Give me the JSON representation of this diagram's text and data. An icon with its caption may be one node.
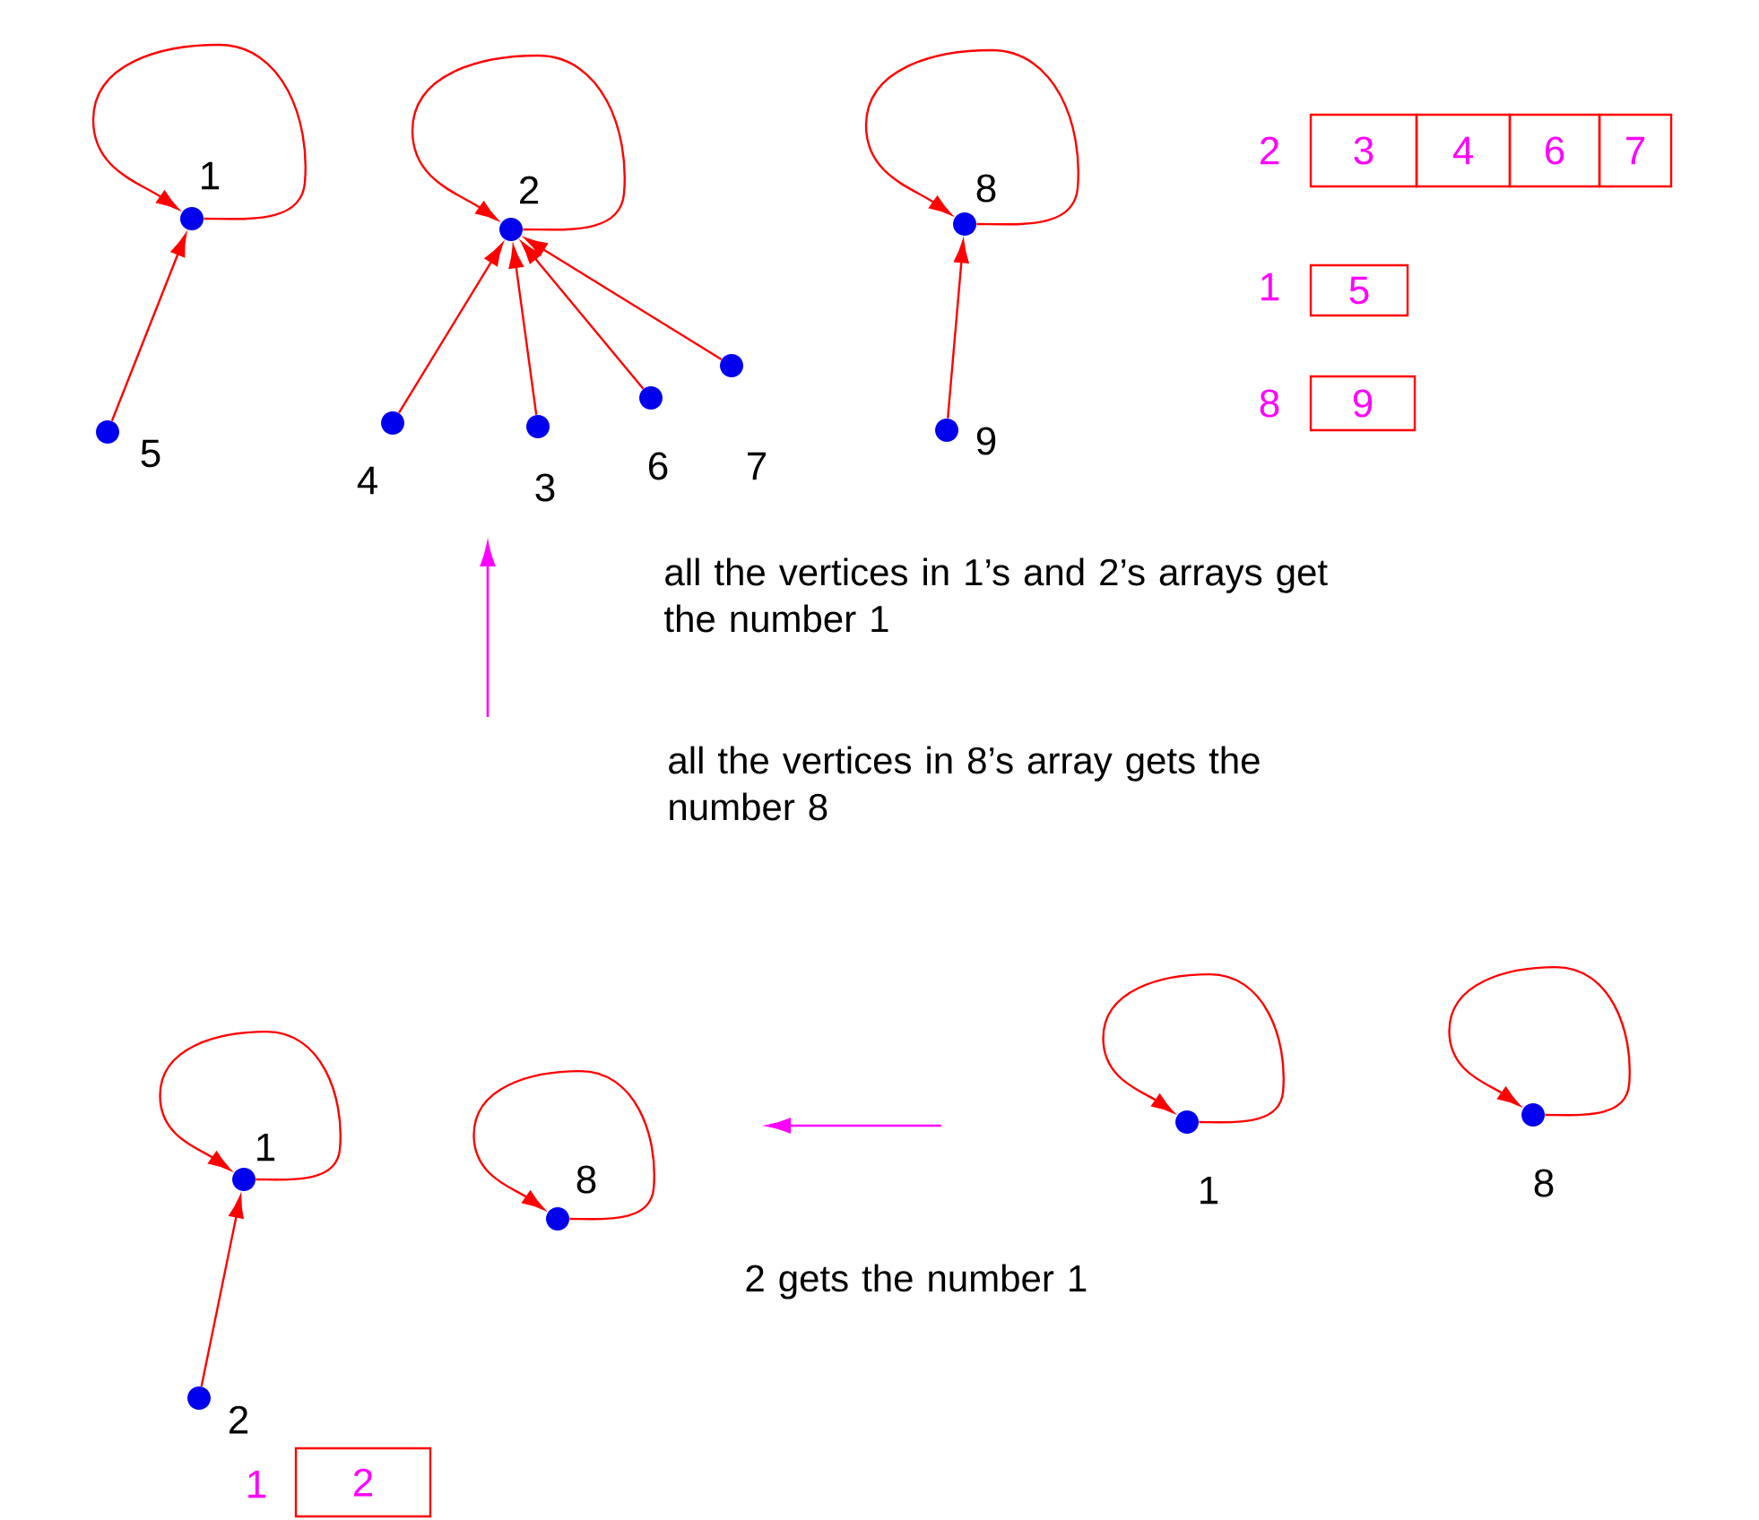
{
  "diagram": {
    "nodes": [
      {
        "text": [],
        "shape": "circle",
        "beside": [
          "1"
        ]
      },
      {
        "text": [],
        "shape": "circle",
        "beside": [
          "5"
        ]
      },
      {
        "text": [],
        "shape": "circle",
        "beside": [
          "2"
        ]
      },
      {
        "text": [],
        "shape": "circle",
        "beside": [
          "4"
        ]
      },
      {
        "text": [],
        "shape": "circle",
        "beside": [
          "3"
        ]
      },
      {
        "text": [],
        "shape": "circle",
        "beside": [
          "6"
        ]
      },
      {
        "text": [],
        "shape": "circle",
        "beside": [
          "7"
        ]
      },
      {
        "text": [],
        "shape": "circle",
        "beside": [
          "8"
        ]
      },
      {
        "text": [],
        "shape": "circle",
        "beside": [
          "9"
        ]
      },
      {
        "text": [],
        "shape": "circle",
        "beside": [
          "1"
        ]
      },
      {
        "text": [],
        "shape": "circle",
        "beside": [
          "2"
        ]
      },
      {
        "text": [],
        "shape": "circle",
        "beside": [
          "8"
        ]
      },
      {
        "text": [],
        "shape": "circle",
        "beside": [
          "1"
        ]
      },
      {
        "text": [],
        "shape": "circle",
        "beside": [
          "8"
        ]
      },
      {
        "text": [
          "3"
        ]
      },
      {
        "text": [
          "4"
        ]
      },
      {
        "text": [
          "6"
        ]
      },
      {
        "text": [
          "7"
        ]
      },
      {
        "text": [
          "5"
        ]
      },
      {
        "text": [
          "9"
        ]
      },
      {
        "text": [
          "2"
        ]
      }
    ],
    "edges": [
      {
        "from": 0,
        "to": 0,
        "arrow": "to"
      },
      {
        "from": 1,
        "to": 0,
        "arrow": "to"
      },
      {
        "from": 2,
        "to": 2,
        "arrow": "to"
      },
      {
        "from": 3,
        "to": 2,
        "arrow": "to"
      },
      {
        "from": 4,
        "to": 2,
        "arrow": "to"
      },
      {
        "from": 5,
        "to": 2,
        "arrow": "to"
      },
      {
        "from": 6,
        "to": 2,
        "arrow": "to"
      },
      {
        "from": 7,
        "to": 7,
        "arrow": "to"
      },
      {
        "from": 8,
        "to": 7,
        "arrow": "to"
      },
      {
        "from": 9,
        "to": 9,
        "arrow": "to"
      },
      {
        "from": 10,
        "to": 9,
        "arrow": "to"
      },
      {
        "from": 11,
        "to": 11,
        "arrow": "to"
      },
      {
        "from": 12,
        "to": 12,
        "arrow": "to"
      },
      {
        "from": 13,
        "to": 13,
        "arrow": "to"
      }
    ],
    "labels": [
      "2",
      "1",
      "8",
      "all the vertices in 1’s and 2’s arrays get the number 1",
      "all the vertices in 8’s array gets the number 8",
      "2  gets the number 1",
      "1"
    ]
  }
}
